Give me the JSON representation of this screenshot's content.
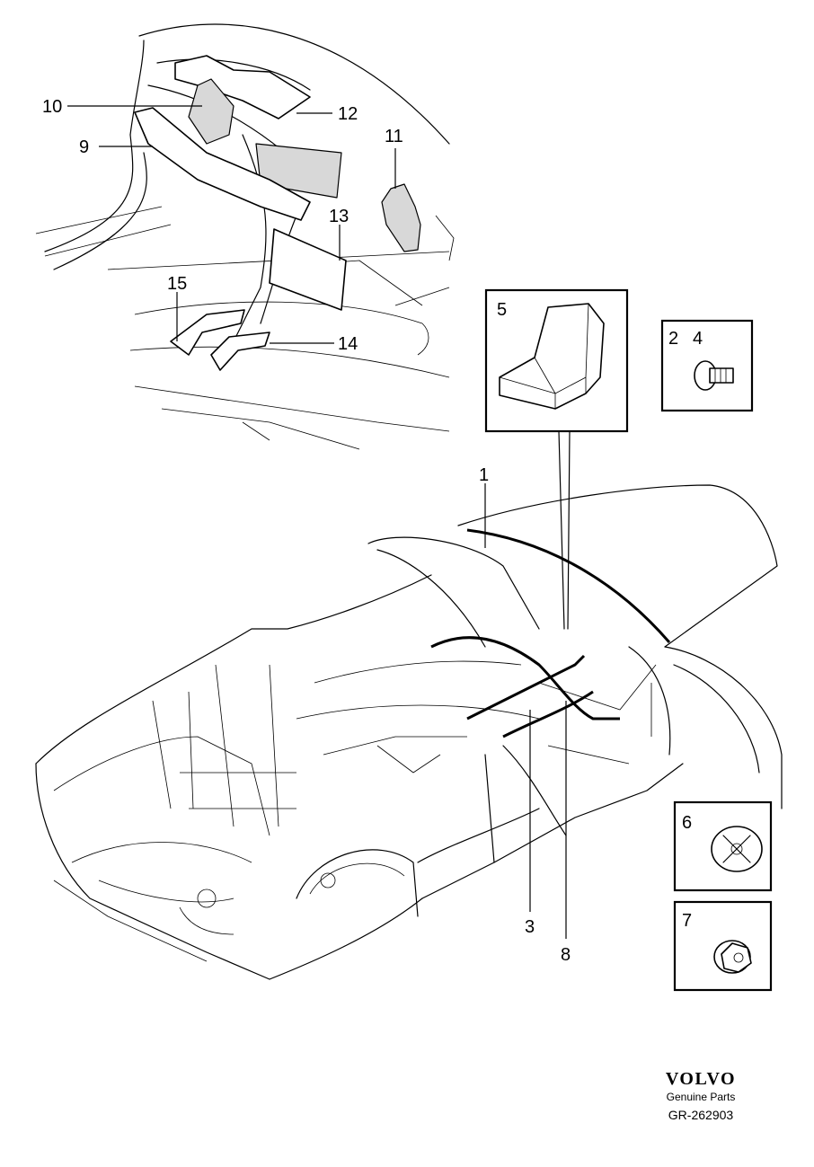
{
  "callouts": {
    "c1": "1",
    "c2": "2",
    "c3": "3",
    "c4": "4",
    "c5": "5",
    "c6": "6",
    "c7": "7",
    "c8": "8",
    "c9": "9",
    "c10": "10",
    "c11": "11",
    "c12": "12",
    "c13": "13",
    "c14": "14",
    "c15": "15"
  },
  "footer": {
    "brand": "VOLVO",
    "subtitle": "Genuine Parts",
    "code": "GR-262903"
  }
}
